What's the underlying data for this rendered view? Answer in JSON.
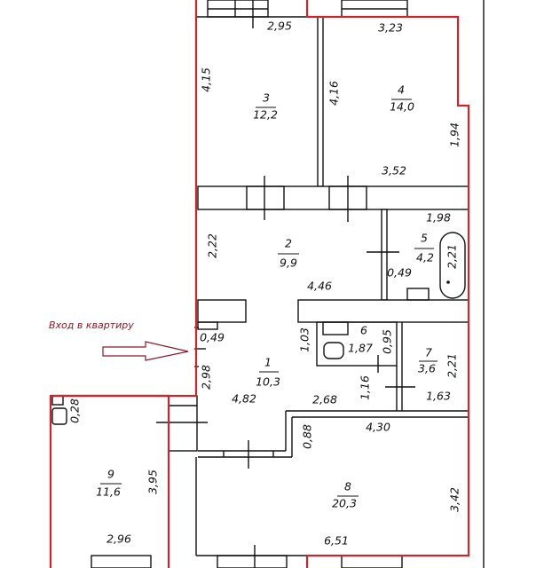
{
  "entrance_label": "Вход в квартиру",
  "colors": {
    "outline": "#c8282d",
    "entrance": "#8b1a2b",
    "walls": "#111111"
  },
  "rooms": [
    {
      "number": "1",
      "area": "10,3"
    },
    {
      "number": "2",
      "area": "9,9"
    },
    {
      "number": "3",
      "area": "12,2"
    },
    {
      "number": "4",
      "area": "14,0"
    },
    {
      "number": "5",
      "area": "4,2"
    },
    {
      "number": "6",
      "area": "1,87"
    },
    {
      "number": "7",
      "area": "3,6"
    },
    {
      "number": "8",
      "area": "20,3"
    },
    {
      "number": "9",
      "area": "11,6"
    }
  ],
  "dimensions": {
    "room3_top": "2,95",
    "room3_left": "4,15",
    "room4_top": "3,23",
    "room4_left": "4,16",
    "room4_right": "1,94",
    "room4_bottom": "3,52",
    "room2_left": "2,22",
    "room2_bottom": "4,46",
    "room5_top": "1,98",
    "room5_right": "2,21",
    "room5_bottom": "0,49",
    "entrance_width": "0,49",
    "room1_left": "2,98",
    "room1_bottom": "4,82",
    "room1_step": "2,68",
    "room6_left": "1,03",
    "room6_right": "0,95",
    "hall_width": "1,16",
    "room7_right": "2,21",
    "room7_bottom": "1,63",
    "room8_top": "4,30",
    "room8_step": "0,88",
    "room8_right": "3,42",
    "room8_bottom": "6,51",
    "room9_niche": "0,28",
    "room9_right": "3,95",
    "room9_bottom": "2,96"
  }
}
